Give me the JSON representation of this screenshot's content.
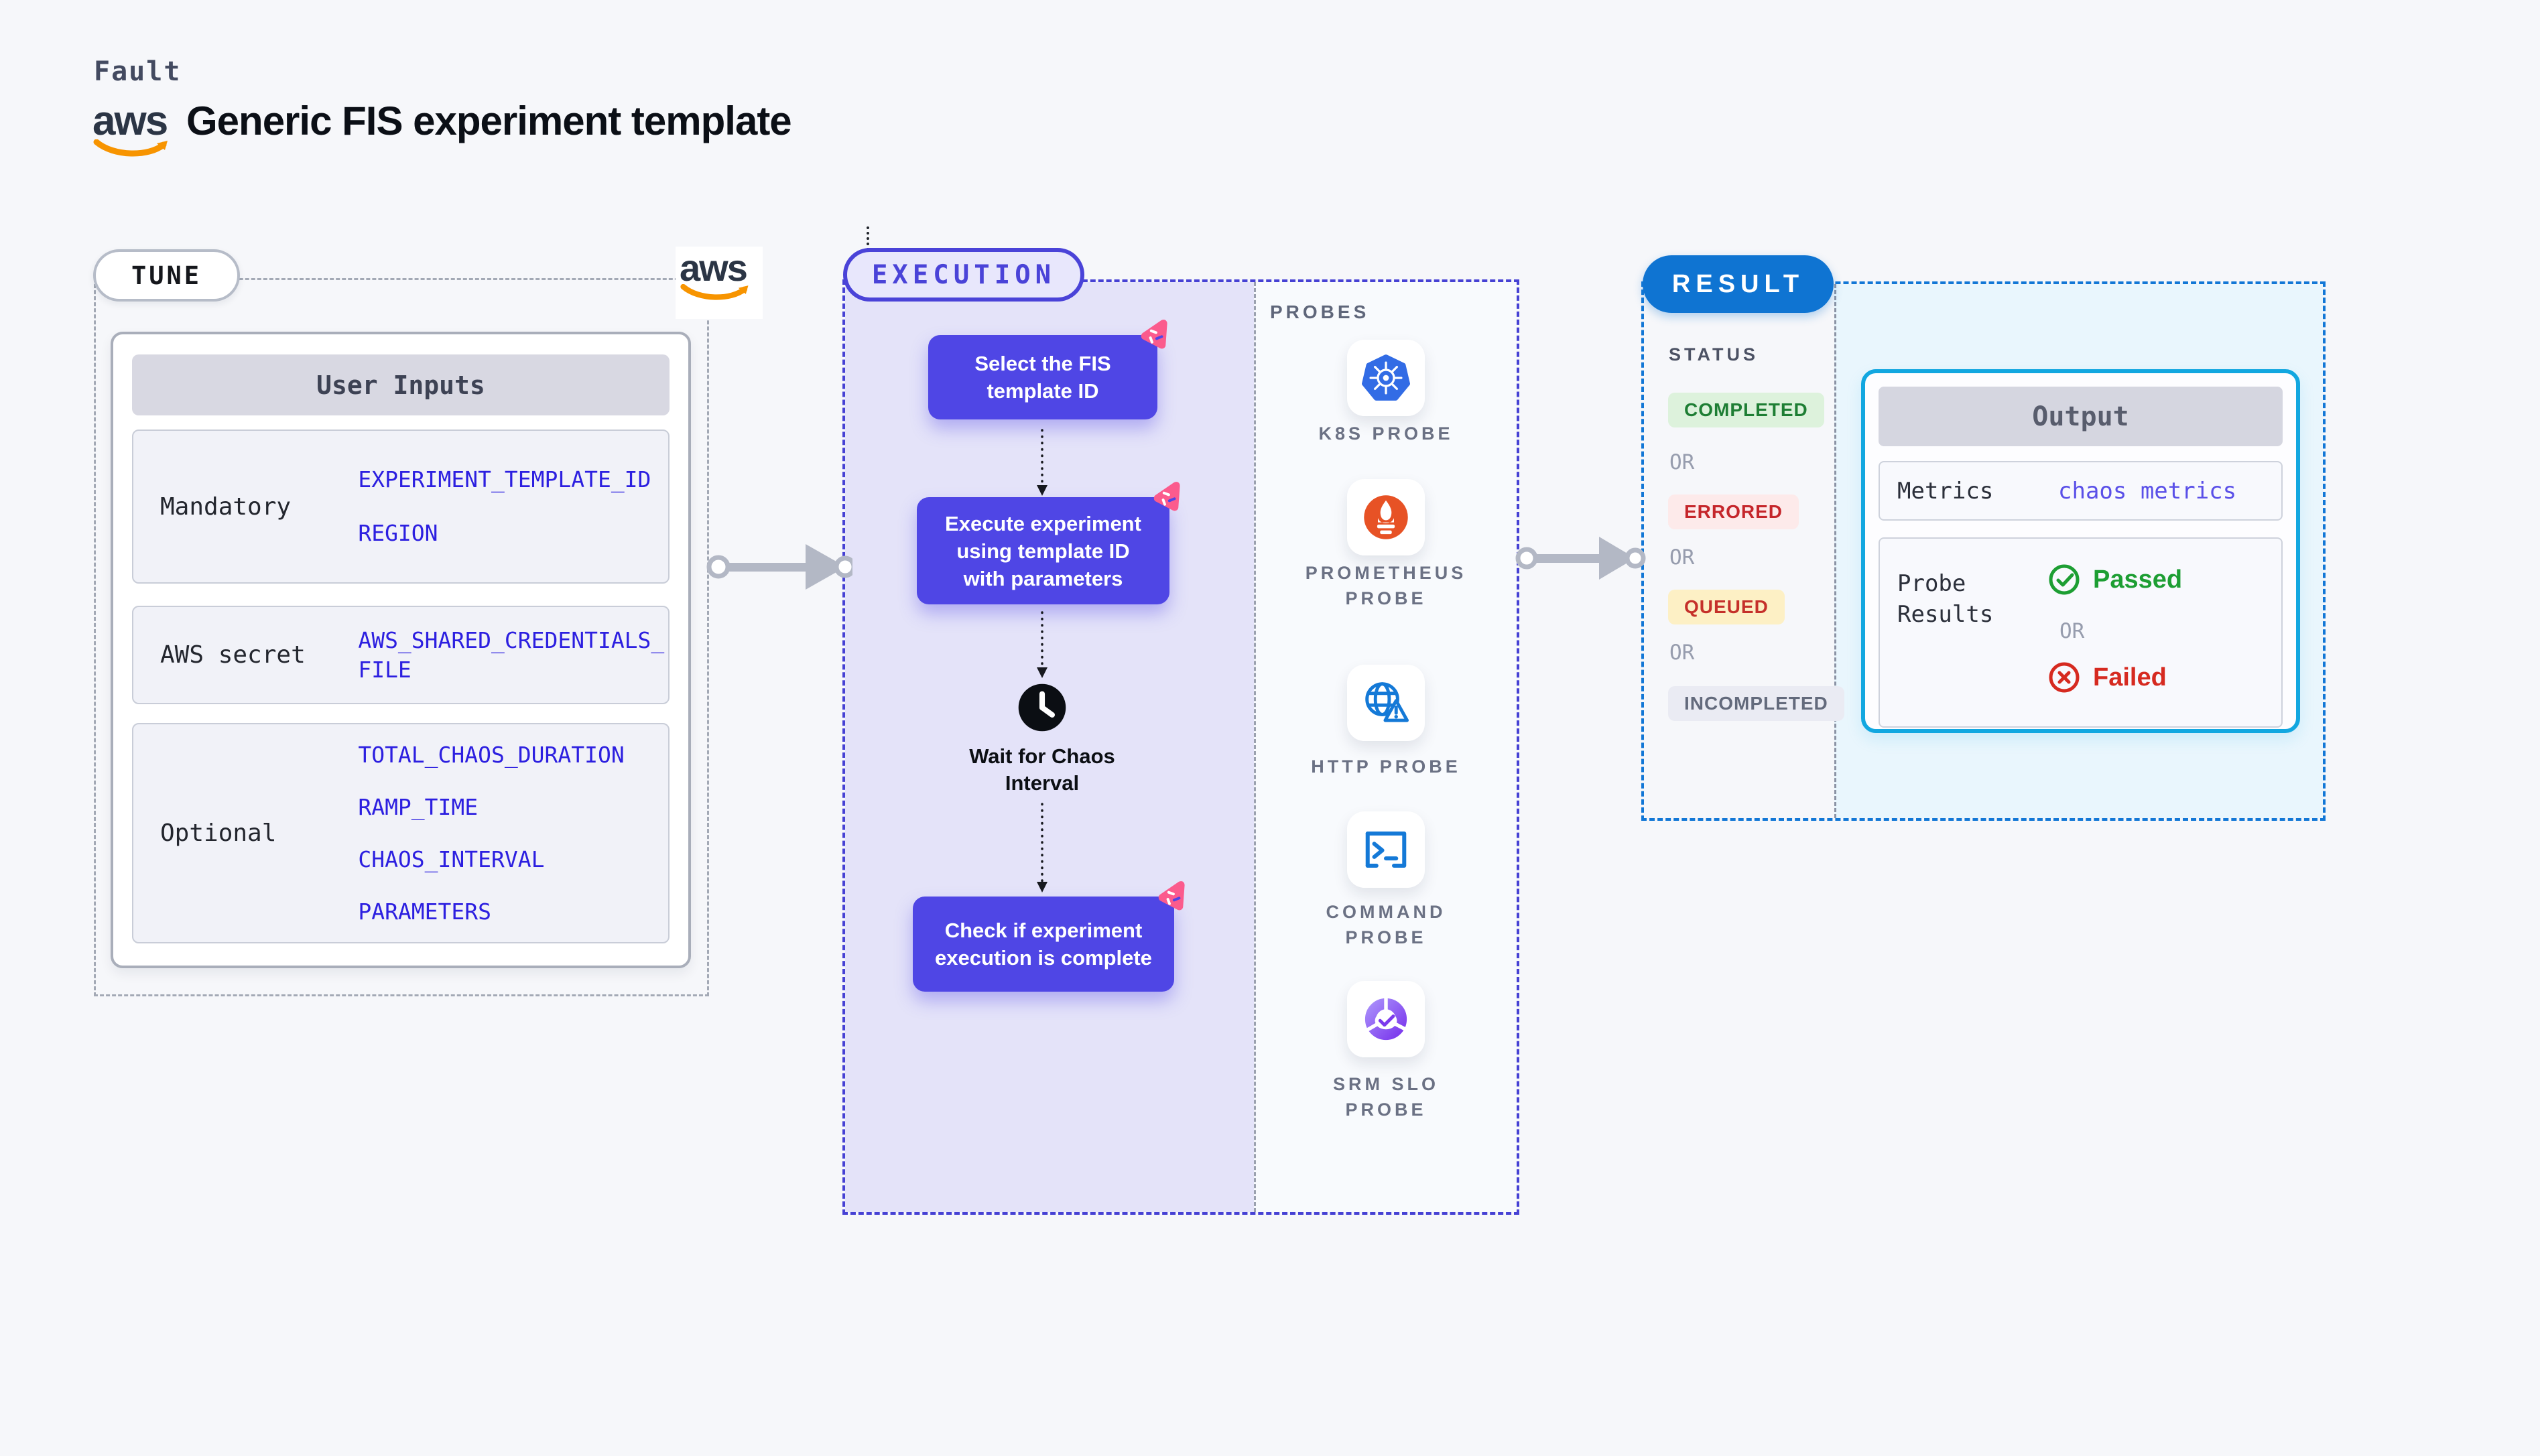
{
  "page": {
    "background": "#f6f7fa"
  },
  "header": {
    "brand": "Fault",
    "aws_label": "aws",
    "title": "Generic FIS experiment template"
  },
  "tune": {
    "label": "TUNE",
    "aws_label": "aws",
    "table": {
      "header": "User Inputs",
      "rows": [
        {
          "label": "Mandatory",
          "values": [
            "EXPERIMENT_TEMPLATE_ID",
            "REGION"
          ]
        },
        {
          "label": "AWS secret",
          "values": [
            "AWS_SHARED_CREDENTIALS_FILE"
          ]
        },
        {
          "label": "Optional",
          "values": [
            "TOTAL_CHAOS_DURATION",
            "RAMP_TIME",
            "CHAOS_INTERVAL",
            "PARAMETERS"
          ]
        }
      ]
    }
  },
  "execution": {
    "label": "EXECUTION",
    "steps": [
      {
        "text": "Select the FIS template ID"
      },
      {
        "text": "Execute experiment using template ID with parameters"
      },
      {
        "text": "Check if experiment execution is complete"
      }
    ],
    "wait_step": "Wait for Chaos Interval",
    "probes": {
      "label": "PROBES",
      "items": [
        {
          "name": "K8S PROBE",
          "icon": "kubernetes-icon"
        },
        {
          "name": "PROMETHEUS PROBE",
          "icon": "prometheus-icon"
        },
        {
          "name": "HTTP PROBE",
          "icon": "http-globe-icon"
        },
        {
          "name": "COMMAND PROBE",
          "icon": "terminal-icon"
        },
        {
          "name": "SRM SLO PROBE",
          "icon": "slo-donut-icon"
        }
      ]
    }
  },
  "result": {
    "label": "RESULT",
    "status": {
      "label": "STATUS",
      "separator": "OR",
      "badges": [
        {
          "text": "COMPLETED",
          "bg": "#ddf2dc",
          "color": "#1e7e34"
        },
        {
          "text": "ERRORED",
          "bg": "#fdeaea",
          "color": "#c5262b"
        },
        {
          "text": "QUEUED",
          "bg": "#fdf0c5",
          "color": "#c5302a"
        },
        {
          "text": "INCOMPLETED",
          "bg": "#eaebf3",
          "color": "#636a7c"
        }
      ]
    },
    "output": {
      "header": "Output",
      "metrics_label": "Metrics",
      "metrics_value": "chaos metrics",
      "probe_results_label": "Probe Results",
      "separator": "OR",
      "passed": "Passed",
      "failed": "Failed"
    }
  },
  "colors": {
    "accent_indigo": "#4f46e5",
    "execution_dash": "#4641d4",
    "result_dash": "#1277d6",
    "result_pill": "#0f74d2",
    "output_border": "#12a7e0",
    "env_var_blue": "#2c1fe0",
    "chaos_metrics_blue": "#5a50e8",
    "fault_pink": "#fb5b8d",
    "passed_green": "#1d9e33",
    "failed_red": "#d62a20",
    "arrow_gray": "#b3b8c5",
    "aws_orange": "#f79400"
  }
}
